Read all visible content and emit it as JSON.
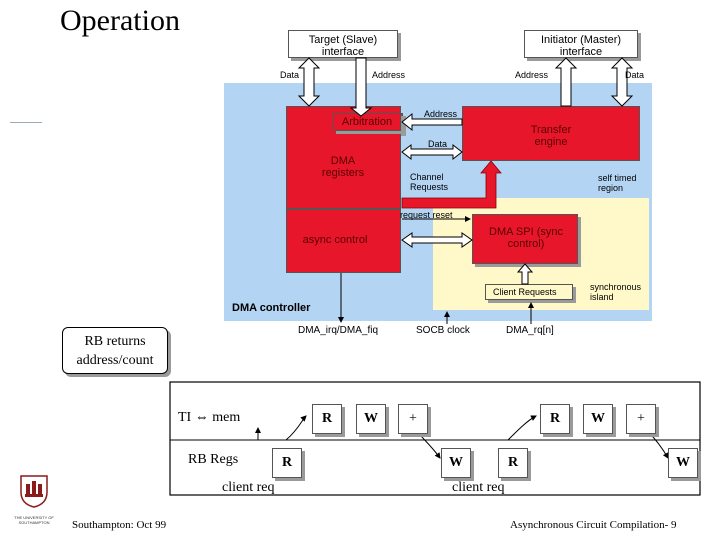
{
  "slide": {
    "title": "Operation",
    "footer_left": "Southampton: Oct 99",
    "footer_right": "Asynchronous Circuit Compilation- 9",
    "logo_text": "THE UNIVERSITY OF SOUTHAMPTON"
  },
  "diagram": {
    "target_interface": "Target (Slave) interface",
    "initiator_interface": "Initiator (Master) interface",
    "data_left": "Data",
    "address_left": "Address",
    "address_right": "Address",
    "data_right": "Data",
    "arbitration": "Arbitration",
    "transfer_engine": "Transfer engine",
    "internal_address": "Address",
    "internal_data": "Data",
    "dma_registers": "DMA registers",
    "channel_requests": "Channel Requests",
    "self_timed_region": "self timed region",
    "request_reset": "request reset",
    "async_control": "async control",
    "dma_spi": "DMA SPI (sync control)",
    "client_requests": "Client Requests",
    "synchronous_island": "synchronous island",
    "dma_controller": "DMA controller",
    "dma_irq": "DMA_irq/DMA_fiq",
    "socb_clock": "SOCB clock",
    "dma_rq": "DMA_rq[n]"
  },
  "note": {
    "line1": "RB returns",
    "line2": "address/count"
  },
  "timing": {
    "ti_mem": "TI ⇔ mem",
    "rb_regs": "RB Regs",
    "client_req_1": "client req",
    "client_req_2": "client req",
    "top_tokens": [
      "R",
      "W",
      "+",
      "R",
      "W",
      "+"
    ],
    "bottom_tokens": [
      "R",
      "W",
      "R",
      "W"
    ]
  },
  "colors": {
    "background_region": "#b3d4f2",
    "sync_island": "#fff8c8",
    "red_block": "#e8162a",
    "interface_box": "#ffffff"
  }
}
